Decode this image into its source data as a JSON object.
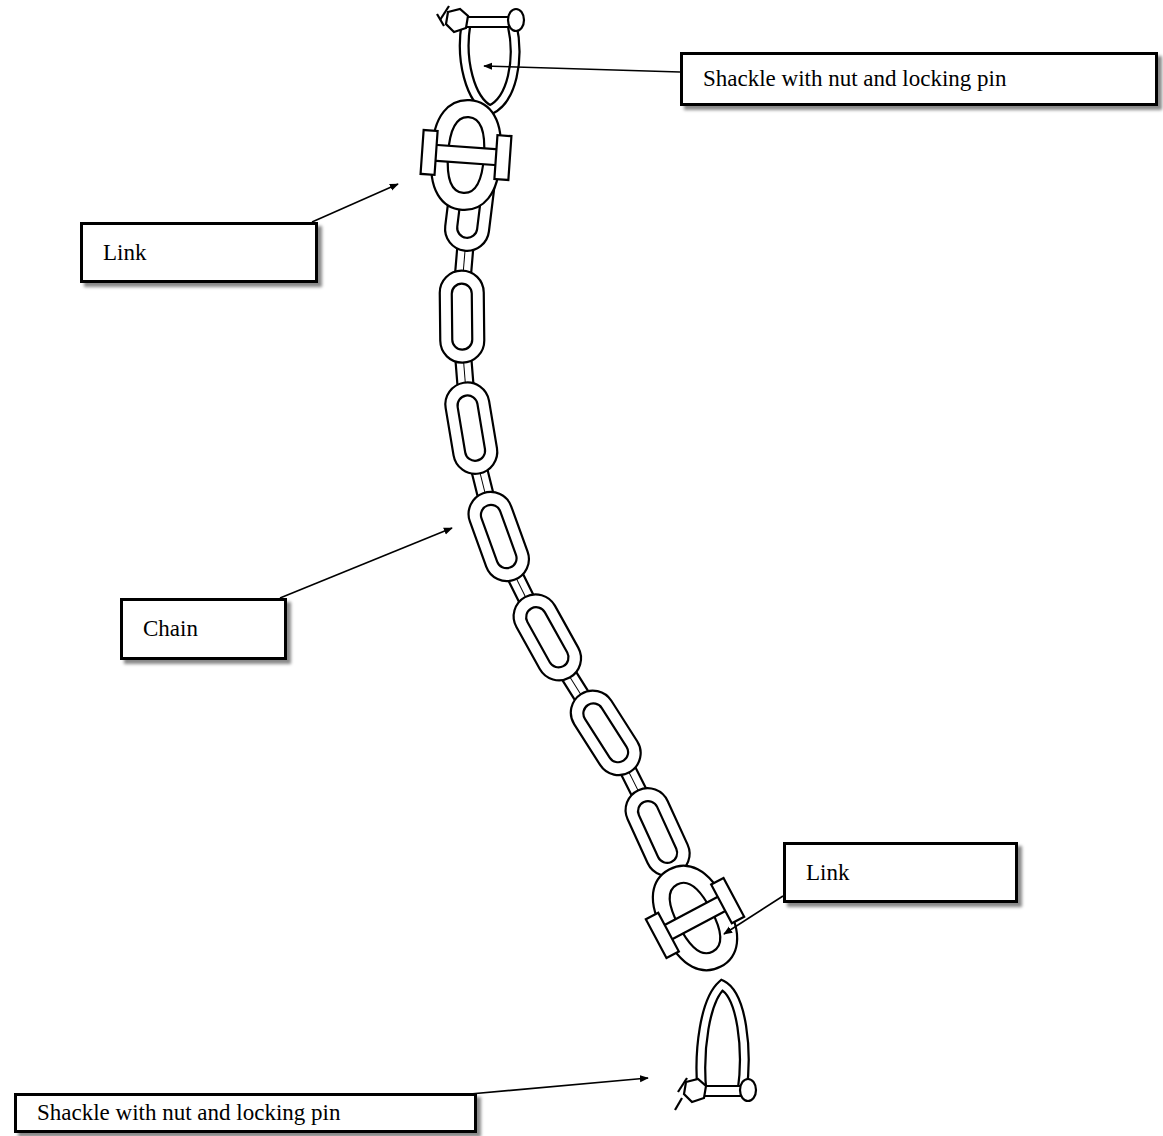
{
  "diagram": {
    "nodes": [
      {
        "text": [
          "Shackle with nut and locking pin"
        ]
      },
      {
        "text": [
          "Link"
        ]
      },
      {
        "text": [
          "Chain"
        ]
      },
      {
        "text": [
          "Link"
        ]
      },
      {
        "text": [
          "Shackle with nut and locking pin"
        ]
      }
    ]
  }
}
